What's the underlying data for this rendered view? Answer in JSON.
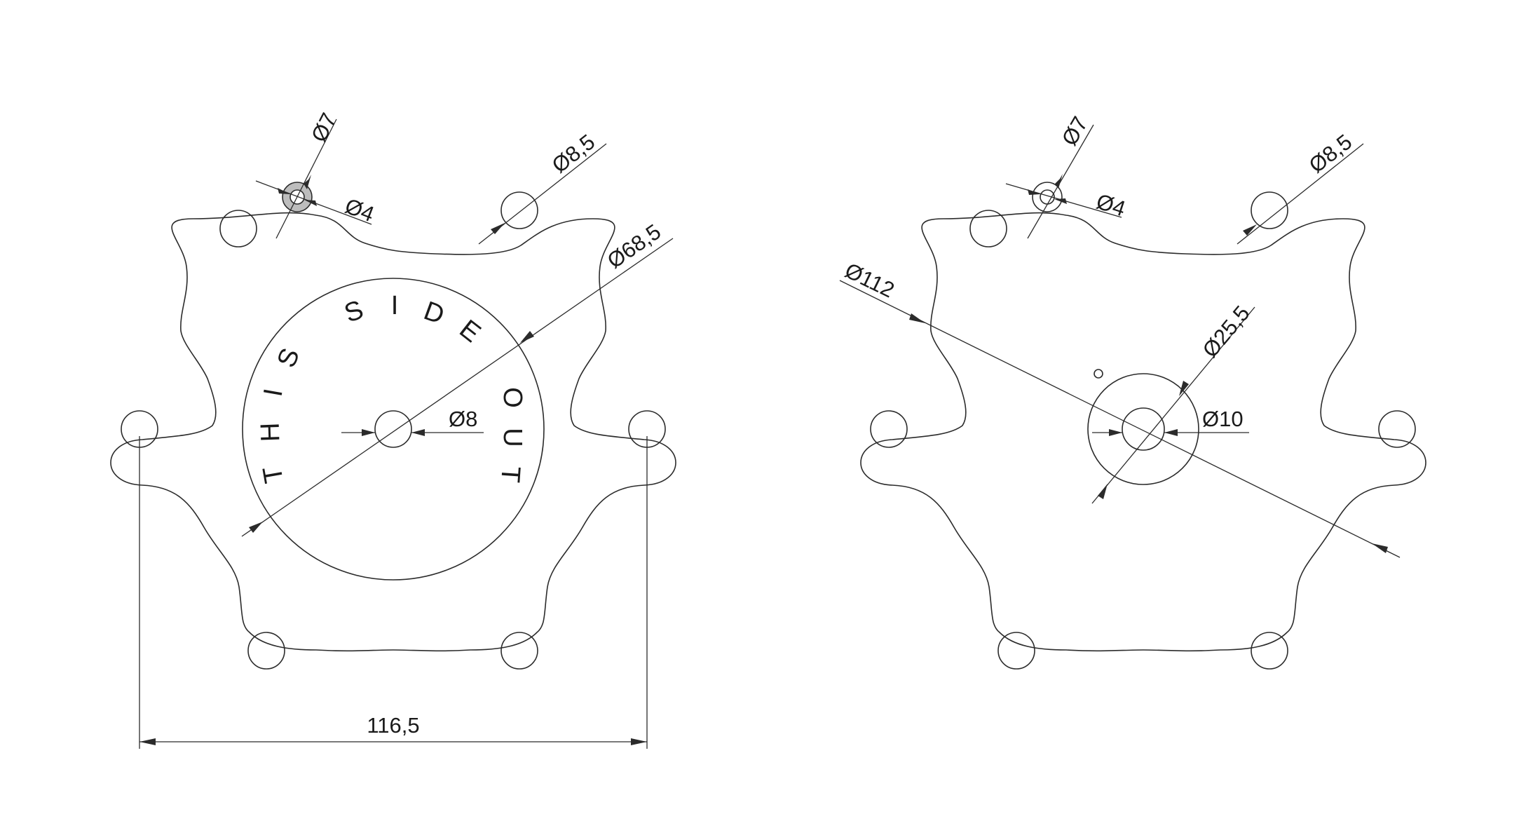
{
  "left_part": {
    "stamp_text": [
      "T",
      "H",
      "I",
      "S",
      "S",
      "I",
      "D",
      "E",
      "O",
      "U",
      "T"
    ],
    "dims": {
      "small_hole_outer": "Ø7",
      "small_hole_inner": "Ø4",
      "bolt_hole": "Ø8,5",
      "center_circle": "Ø68,5",
      "center_hole": "Ø8",
      "hole_spacing": "116,5"
    }
  },
  "right_part": {
    "dims": {
      "small_hole_outer": "Ø7",
      "small_hole_inner": "Ø4",
      "bolt_hole": "Ø8,5",
      "outer_diameter": "Ø112",
      "hub_diameter": "Ø25,5",
      "center_hole": "Ø10"
    }
  },
  "colors": {
    "line": "#2b2b2b",
    "highlight_fill": "#bdbdbd"
  }
}
